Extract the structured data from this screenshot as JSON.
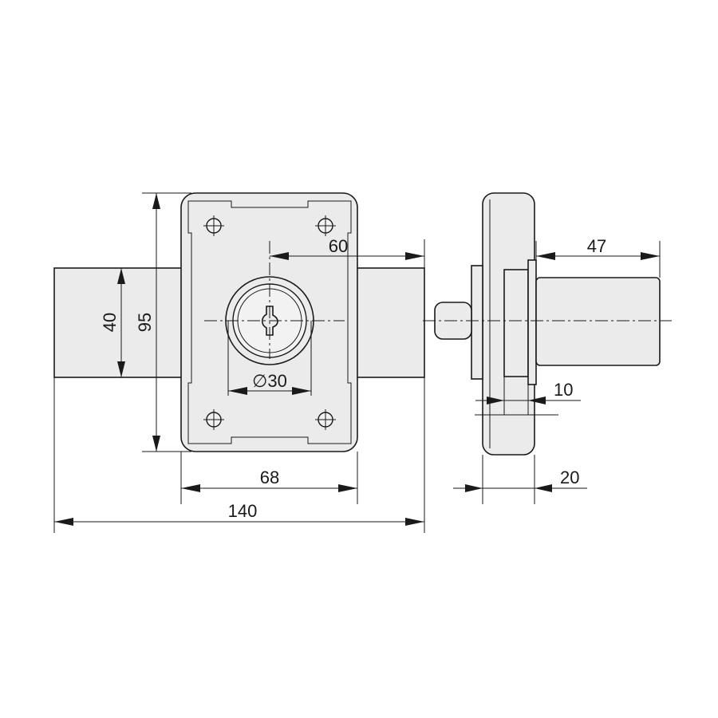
{
  "dimensions": {
    "bolt_height": "40",
    "case_height": "95",
    "bolt_throw": "60",
    "cylinder_diameter": "∅30",
    "case_width": "68",
    "overall_width": "140",
    "cylinder_projection": "47",
    "rosette_thickness": "10",
    "case_depth": "20"
  }
}
